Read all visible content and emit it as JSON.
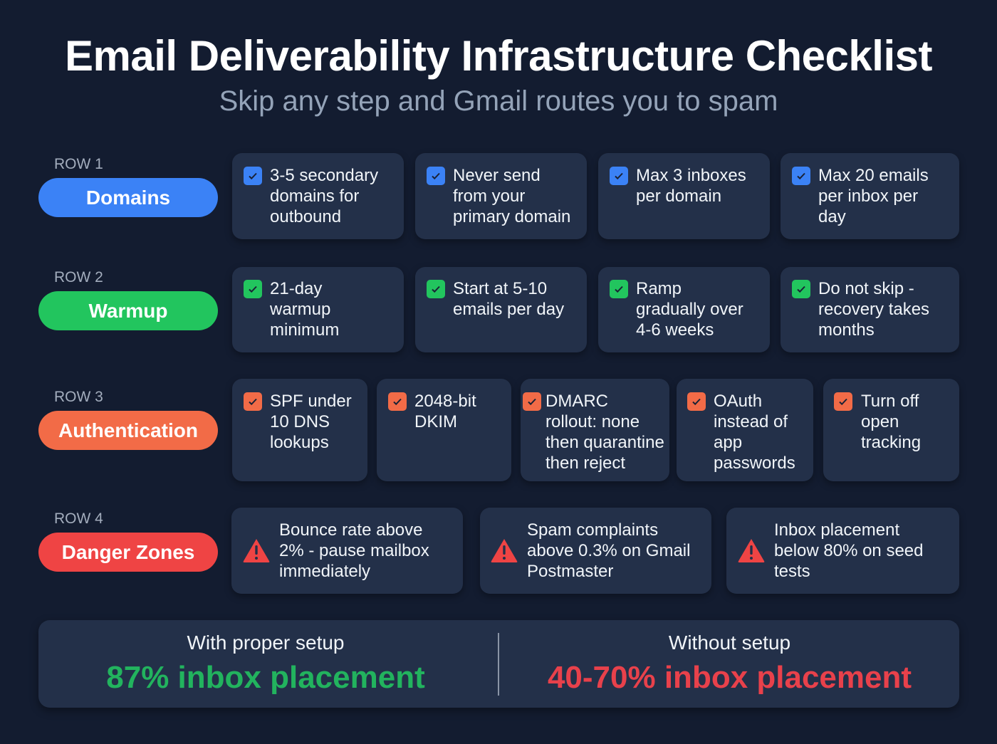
{
  "header": {
    "title": "Email Deliverability Infrastructure Checklist",
    "subtitle": "Skip any step and Gmail routes you to spam"
  },
  "colors": {
    "background": "#131c30",
    "card": "#233049",
    "domains": "#3b82f6",
    "warmup": "#22c55e",
    "authentication": "#f26b47",
    "danger": "#ef4444",
    "good": "#22b35e",
    "bad": "#e8414b"
  },
  "rows": [
    {
      "row_label": "ROW 1",
      "category": "Domains",
      "items": [
        {
          "lines": [
            "3-5 secondary",
            "domains for",
            "outbound"
          ]
        },
        {
          "lines": [
            "Never send",
            "from your",
            "primary domain"
          ]
        },
        {
          "lines": [
            "Max 3 inboxes",
            "per domain"
          ]
        },
        {
          "lines": [
            "Max 20 emails",
            "per inbox per",
            "day"
          ]
        }
      ]
    },
    {
      "row_label": "ROW 2",
      "category": "Warmup",
      "items": [
        {
          "lines": [
            "21-day",
            "warmup",
            "minimum"
          ]
        },
        {
          "lines": [
            "Start at 5-10",
            "emails per day"
          ]
        },
        {
          "lines": [
            "Ramp",
            "gradually over",
            "4-6 weeks"
          ]
        },
        {
          "lines": [
            "Do not skip -",
            "recovery takes",
            "months"
          ]
        }
      ]
    },
    {
      "row_label": "ROW 3",
      "category": "Authentication",
      "items": [
        {
          "lines": [
            "SPF under",
            "10 DNS",
            "lookups"
          ]
        },
        {
          "lines": [
            "2048-bit",
            "DKIM"
          ]
        },
        {
          "lines": [
            "DMARC",
            "rollout: none",
            "then quarantine",
            "then reject"
          ]
        },
        {
          "lines": [
            "OAuth",
            "instead of",
            "app",
            "passwords"
          ]
        },
        {
          "lines": [
            "Turn off",
            "open",
            "tracking"
          ]
        }
      ]
    },
    {
      "row_label": "ROW 4",
      "category": "Danger Zones",
      "items": [
        {
          "icon": "warning-icon",
          "lines": [
            "Bounce rate above",
            "2% - pause mailbox",
            "immediately"
          ]
        },
        {
          "icon": "warning-icon",
          "lines": [
            "Spam complaints",
            "above 0.3% on Gmail",
            "Postmaster"
          ]
        },
        {
          "icon": "warning-icon",
          "lines": [
            "Inbox placement",
            "below 80% on seed",
            "tests"
          ]
        }
      ]
    }
  ],
  "summary": {
    "with": {
      "label": "With proper setup",
      "value": "87% inbox placement"
    },
    "without": {
      "label": "Without setup",
      "value": "40-70% inbox placement"
    }
  }
}
